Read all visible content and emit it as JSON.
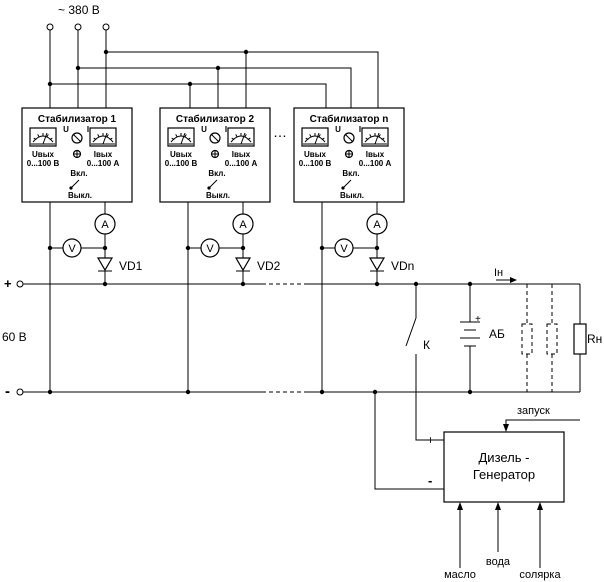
{
  "supply": {
    "label": "~ 380 В"
  },
  "bus": {
    "plus": "+",
    "minus": "-",
    "voltage": "60 В"
  },
  "stabilizers": [
    {
      "title": "Стабилизатор 1",
      "diode": "VD1"
    },
    {
      "title": "Стабилизатор 2",
      "diode": "VD2"
    },
    {
      "title": "Стабилизатор n",
      "diode": "VDn"
    }
  ],
  "panel": {
    "u_label": "Uвых",
    "u_range": "0...100 В",
    "i_label": "Iвых",
    "i_range": "0...100 А",
    "switch_u": "U",
    "switch_i": "I",
    "on": "Вкл.",
    "off": "Выкл."
  },
  "meters": {
    "ammeter": "A",
    "voltmeter": "V"
  },
  "ellipsis": "…",
  "load": {
    "current": "Iн",
    "battery": "АБ",
    "battery_plus": "+",
    "resistor": "Rн",
    "key": "К"
  },
  "generator": {
    "line1": "Дизель -",
    "line2": "Генератор",
    "plus": "+",
    "minus": "-",
    "start": "запуск",
    "inputs": [
      "масло",
      "вода",
      "солярка"
    ]
  }
}
